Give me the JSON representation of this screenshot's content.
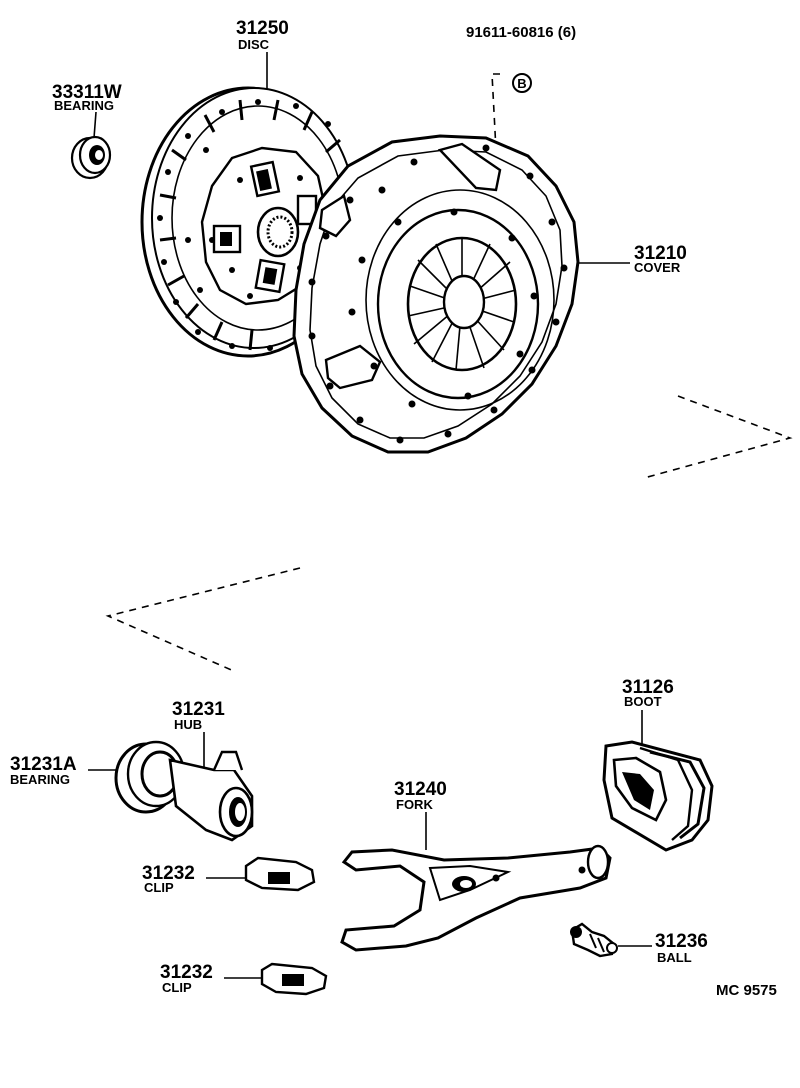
{
  "diagram": {
    "callouts": [
      {
        "id": "bearing-33311w",
        "part": "33311W",
        "name": "BEARING"
      },
      {
        "id": "disc",
        "part": "31250",
        "name": "DISC"
      },
      {
        "id": "bolt",
        "part": "91611-60816 (6)",
        "name": ""
      },
      {
        "id": "cover",
        "part": "31210",
        "name": "COVER"
      },
      {
        "id": "boot",
        "part": "31126",
        "name": "BOOT"
      },
      {
        "id": "hub",
        "part": "31231",
        "name": "HUB"
      },
      {
        "id": "bearing-31231a",
        "part": "31231A",
        "name": "BEARING"
      },
      {
        "id": "fork",
        "part": "31240",
        "name": "FORK"
      },
      {
        "id": "clip-upper",
        "part": "31232",
        "name": "CLIP"
      },
      {
        "id": "clip-lower",
        "part": "31232",
        "name": "CLIP"
      },
      {
        "id": "ball",
        "part": "31236",
        "name": "BALL"
      }
    ],
    "bolt_marker": "B",
    "figure_code": "MC  9575"
  }
}
